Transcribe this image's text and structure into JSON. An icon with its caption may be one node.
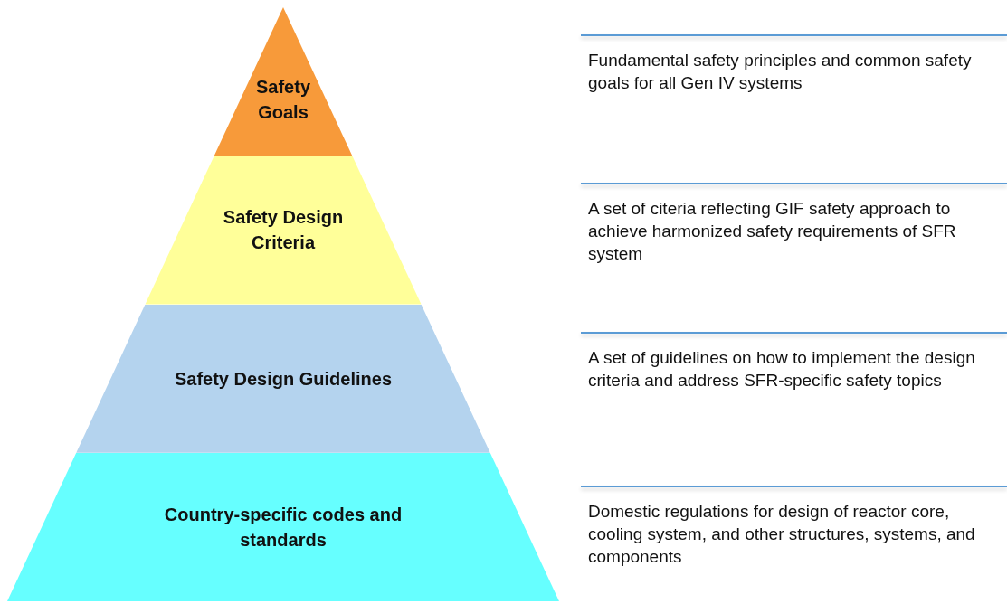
{
  "diagram": {
    "nodes": [
      {
        "text": [
          "Safety Goals"
        ],
        "beside": [
          "Fundamental safety principles and common safety goals for all Gen IV systems"
        ]
      },
      {
        "text": [
          "Safety Design Criteria"
        ],
        "beside": [
          "A set of citeria reflecting GIF safety approach to achieve harmonized safety requirements of SFR system"
        ]
      },
      {
        "text": [
          "Safety Design Guidelines"
        ],
        "beside": [
          "A set of guidelines on how to implement the design criteria and address SFR-specific safety topics"
        ]
      },
      {
        "text": [
          "Country-specific codes and standards"
        ],
        "beside": [
          "Domestic regulations for design of reactor core, cooling system, and other structures, systems, and components"
        ]
      }
    ]
  }
}
